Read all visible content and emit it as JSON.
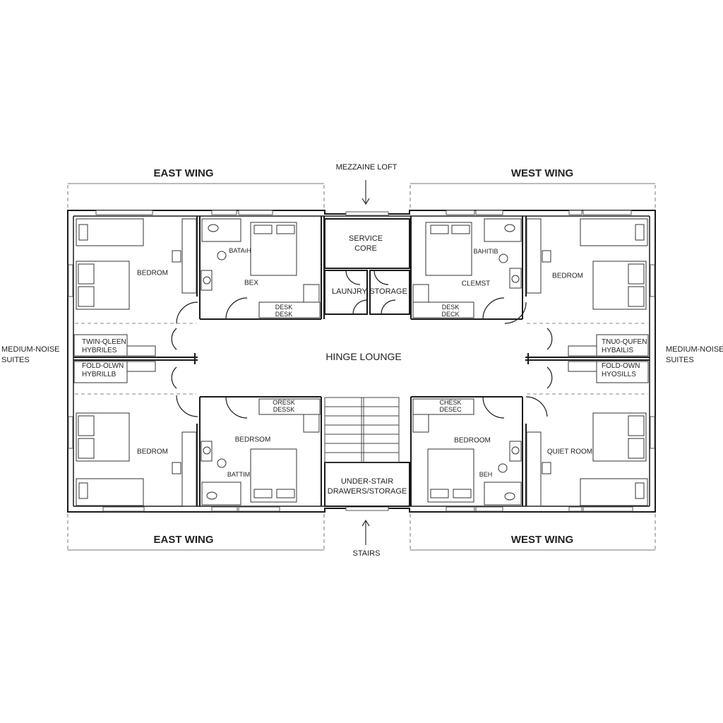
{
  "plan": {
    "top_labels": {
      "east_wing": "EAST WING",
      "mezzanine": "MEZZAINE LOFT",
      "west_wing": "WEST WING"
    },
    "bottom_labels": {
      "east_wing": "EAST WING",
      "stairs": "STAIRS",
      "west_wing": "WEST WING"
    },
    "side_labels": {
      "left": [
        "MEDIUM-NOISE",
        "SUITES"
      ],
      "right": [
        "MEDIUM-NOISE",
        "SUITES"
      ]
    },
    "center": {
      "lounge": "HINGE LOUNGE",
      "service_core": [
        "SERVICE",
        "CORE"
      ],
      "laundry": "LAUNJRY",
      "storage": "STORAGE",
      "under_stair": [
        "UNDER-STAIR",
        "DRAWERS/STORAGE"
      ]
    },
    "rooms": {
      "nw_bedroom": "BEDROM",
      "nw_suite_bath": "BATAıH",
      "nw_suite_room": "BEX",
      "nw_suite_desk": [
        "DESK",
        "DESK"
      ],
      "ne_suite_bath": "BAHITIB",
      "ne_suite_room": "CLEMST",
      "ne_suite_desk": [
        "DESK",
        "DECK"
      ],
      "ne_bedroom": "BEDROM",
      "sw_bedroom": "BEDROM",
      "sw_suite_room": "BEDRSOM",
      "sw_suite_bath": "BATTIM",
      "sw_suite_desk": [
        "ORESK",
        "DESSK"
      ],
      "se_suite_room": "BEDROOM",
      "se_suite_bath": "BEH",
      "se_suite_desk": [
        "CHESK",
        "DESEC"
      ],
      "se_room": "QUIET ROOM"
    },
    "hybrids": {
      "left_top": [
        "TWIN-QLEEN",
        "HYBRILES"
      ],
      "left_bottom": [
        "FOLD-OLWN",
        "HYBRILLB"
      ],
      "right_top": [
        "TNU0-QUFEN",
        "HYBAILIS"
      ],
      "right_bottom": [
        "FOLD-OWN",
        "HYOSILLS"
      ]
    },
    "colors": {
      "line": "#1a1a1a",
      "thin_line": "#555555",
      "dash": "#888888",
      "background": "#ffffff"
    }
  }
}
